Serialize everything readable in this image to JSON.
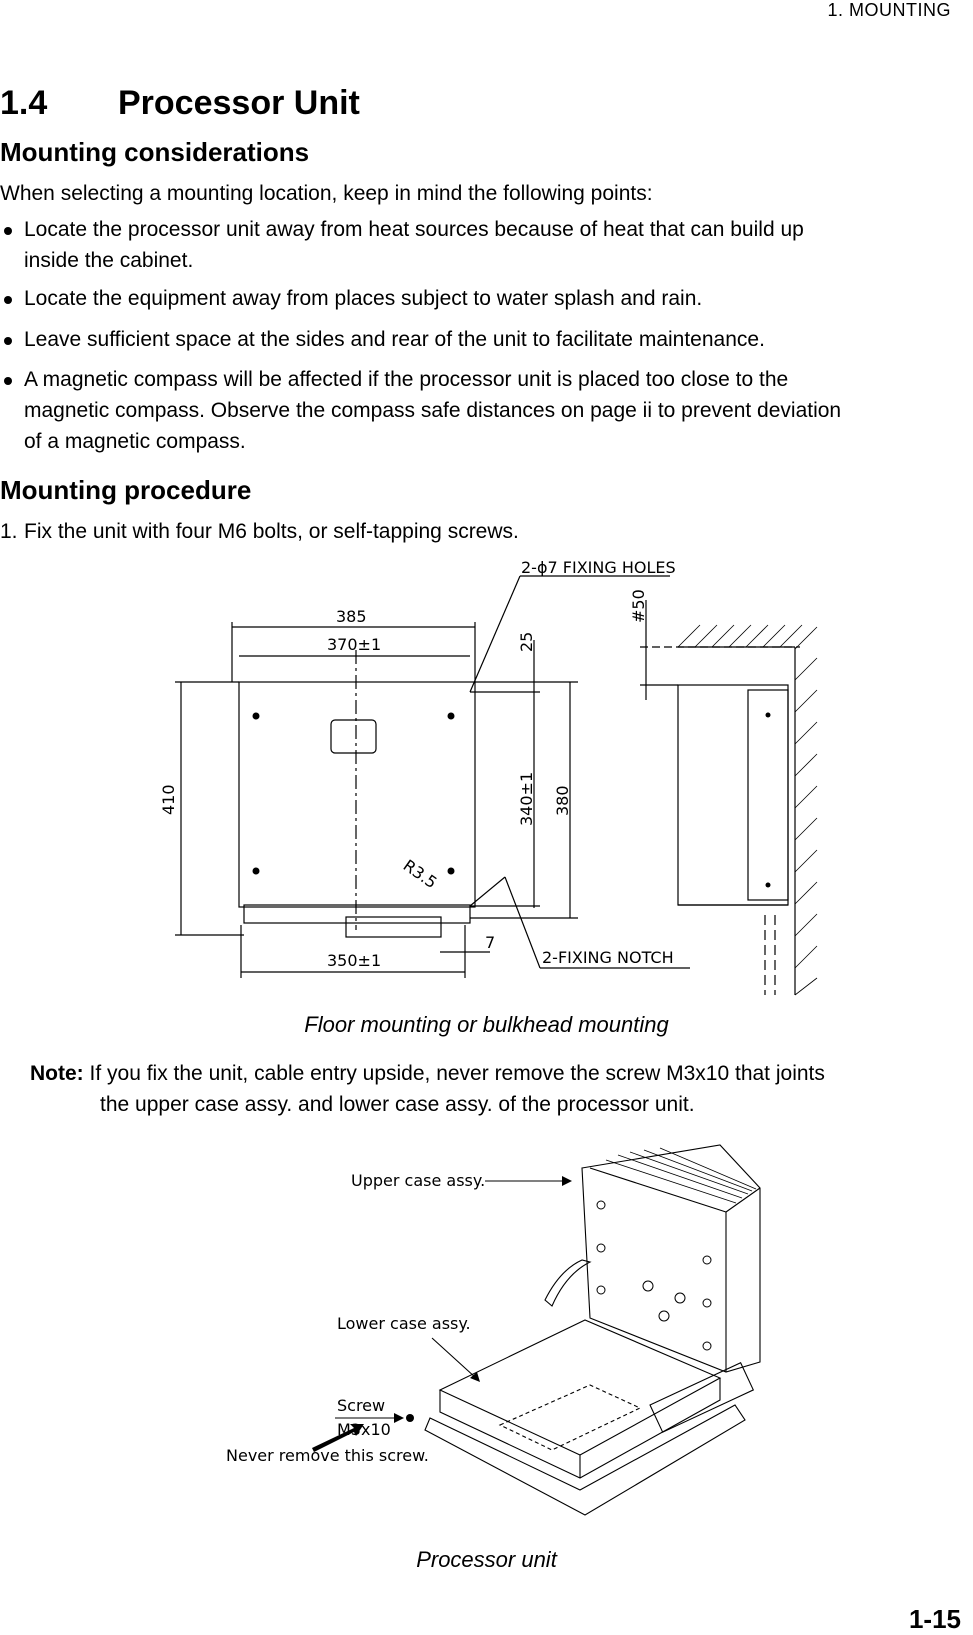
{
  "header": {
    "chapter": "1.  MOUNTING"
  },
  "section": {
    "number": "1.4",
    "title": "Processor Unit"
  },
  "considerations": {
    "heading": "Mounting considerations",
    "intro": "When selecting a mounting location, keep in mind the following points:",
    "bullets": [
      {
        "line1": "Locate the processor unit away from heat sources because of heat that can build up",
        "line2": "inside the cabinet.",
        "line3": ""
      },
      {
        "line1": "Locate the equipment away from places subject to water splash and rain.",
        "line2": "",
        "line3": ""
      },
      {
        "line1": "Leave sufficient space at the sides and rear of the unit to facilitate maintenance.",
        "line2": "",
        "line3": ""
      },
      {
        "line1": "A magnetic compass will be affected if the processor unit is placed too close to the",
        "line2": "magnetic compass. Observe the compass safe distances on page ii to prevent deviation",
        "line3": "of a magnetic compass."
      }
    ]
  },
  "procedure": {
    "heading": "Mounting procedure",
    "step_number": "1.",
    "step_text": "Fix the unit with four M6 bolts, or self-tapping screws."
  },
  "figure1": {
    "caption": "Floor mounting or bulkhead mounting",
    "labels": {
      "fixing_holes": "2-ϕ7 FIXING HOLES",
      "w385": "385",
      "w370": "370±1",
      "h410": "410",
      "d25": "25",
      "h340": "340±1",
      "h380": "380",
      "radius": "R3.5",
      "w350": "350±1",
      "d7": "7",
      "notch": "2-FIXING NOTCH",
      "clearance": "#50"
    }
  },
  "note": {
    "label": "Note:",
    "text1": " If you fix the unit, cable entry upside, never remove the screw M3x10 that joints",
    "text2": "the upper case assy. and lower case assy. of the processor unit."
  },
  "figure2": {
    "caption": "Processor unit",
    "labels": {
      "upper": "Upper case assy.",
      "lower": "Lower case assy.",
      "screw": "Screw",
      "screw_size": "M3x10",
      "never": "Never remove this screw."
    }
  },
  "page_number": "1-15"
}
